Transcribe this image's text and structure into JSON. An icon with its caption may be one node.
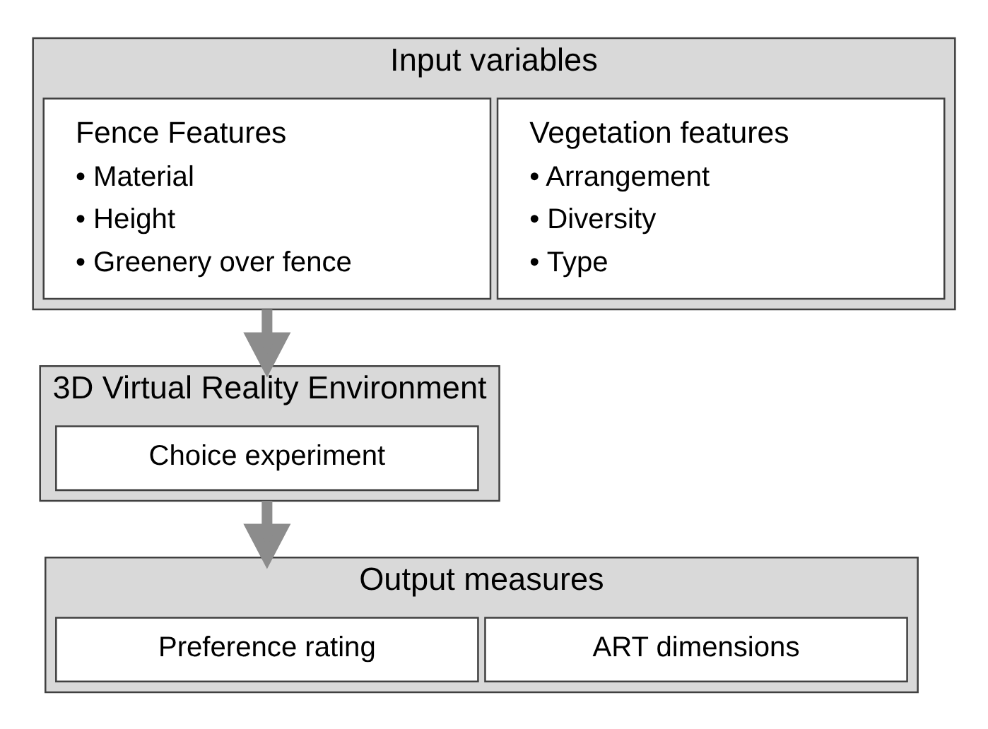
{
  "diagram": {
    "nodes": [
      {
        "text": [
          "Input variables"
        ]
      },
      {
        "text": [
          "Fence Features",
          "• Material",
          "• Height",
          "• Greenery over fence"
        ],
        "in": 0
      },
      {
        "text": [
          "Vegetation features",
          "• Arrangement",
          "• Diversity",
          "• Type"
        ],
        "in": 0
      },
      {
        "text": [
          "3D Virtual Reality Environment"
        ]
      },
      {
        "text": [
          "Choice experiment"
        ],
        "in": 3
      },
      {
        "text": [
          "Output measures"
        ]
      },
      {
        "text": [
          "Preference rating"
        ],
        "in": 5
      },
      {
        "text": [
          "ART dimensions"
        ],
        "in": 5
      }
    ],
    "edges": [
      {
        "from": 0,
        "to": 3,
        "arrow": "to"
      },
      {
        "from": 3,
        "to": 5,
        "arrow": "to"
      }
    ]
  }
}
